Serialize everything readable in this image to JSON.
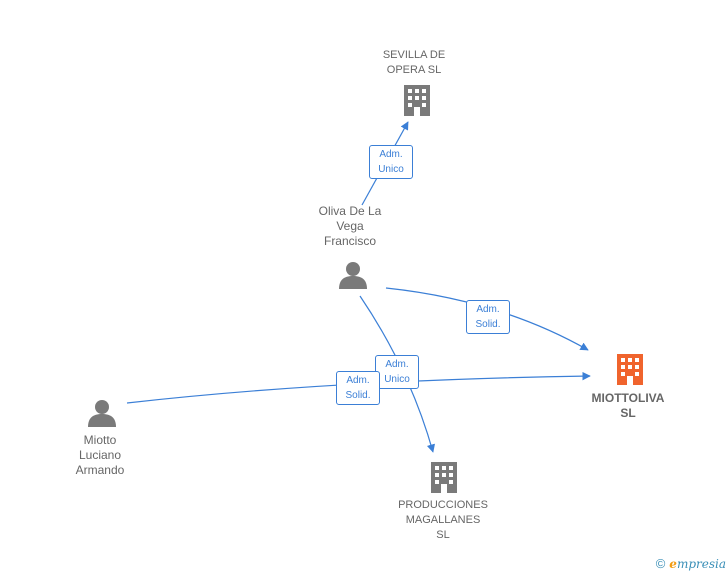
{
  "colors": {
    "edge": "#3b7fd6",
    "node_gray": "#7a7a7a",
    "node_primary": "#f0642d"
  },
  "nodes": {
    "sevilla": {
      "label": "SEVILLA DE\nOPERA SL",
      "kind": "company"
    },
    "oliva": {
      "label": "Oliva De La\nVega\nFrancisco",
      "kind": "person"
    },
    "miottoliva": {
      "label": "MIOTTOLIVA\nSL",
      "kind": "company-primary"
    },
    "miotto": {
      "label": "Miotto\nLuciano\nArmando",
      "kind": "person"
    },
    "producciones": {
      "label": "PRODUCCIONES\nMAGALLANES\nSL",
      "kind": "company"
    }
  },
  "edges": [
    {
      "from": "oliva",
      "to": "sevilla",
      "label": "Adm.\nUnico"
    },
    {
      "from": "oliva",
      "to": "miottoliva",
      "label": "Adm.\nSolid."
    },
    {
      "from": "oliva",
      "to": "producciones",
      "label": "Adm.\nUnico"
    },
    {
      "from": "miotto",
      "to": "miottoliva",
      "label": "Adm.\nSolid."
    }
  ],
  "footer": {
    "copyright": "©",
    "brand_first": "e",
    "brand_rest": "mpresia"
  }
}
